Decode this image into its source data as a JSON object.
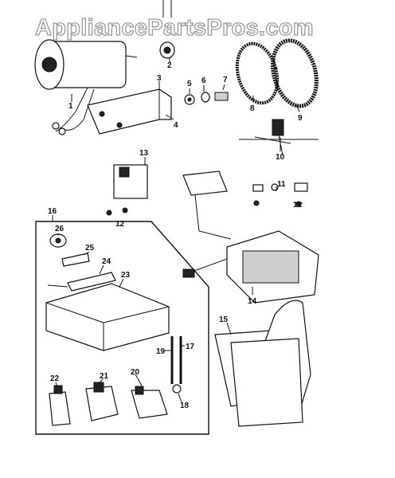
{
  "watermark": "AppliancePartsPros.com",
  "callouts": [
    "1",
    "2",
    "3",
    "4",
    "5",
    "6",
    "7",
    "8",
    "9",
    "10",
    "11",
    "12",
    "12",
    "13",
    "14",
    "15",
    "16",
    "17",
    "18",
    "19",
    "20",
    "21",
    "22",
    "23",
    "24",
    "25",
    "26"
  ]
}
